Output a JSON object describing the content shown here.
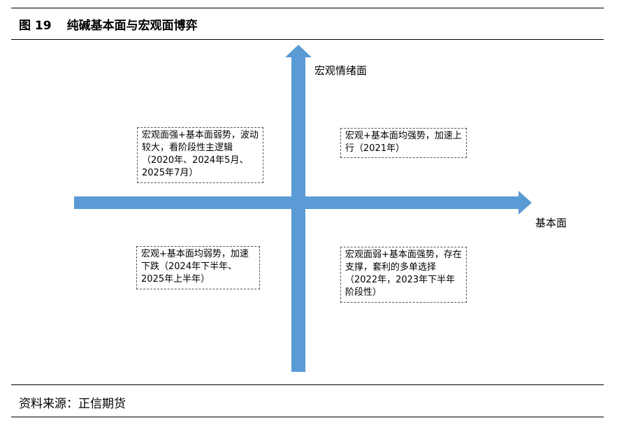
{
  "figure": {
    "number": "图 19",
    "title": "纯碱基本面与宏观面博弈"
  },
  "axes": {
    "vertical_label": "宏观情绪面",
    "horizontal_label": "基本面",
    "color": "#5b9bd5"
  },
  "quadrants": {
    "top_left": "宏观面强+基本面弱势，波动较大，看阶段性主逻辑（2020年、2024年5月、2025年7月）",
    "top_right": "宏观+基本面均强势，加速上行（2021年）",
    "bottom_left": "宏观+基本面均弱势，加速下跌（2024年下半年、2025年上半年）",
    "bottom_right": "宏观面弱+基本面强势，存在支撑，套利的多单选择（2022年，2023年下半年阶段性）"
  },
  "source": "资料来源：正信期货"
}
